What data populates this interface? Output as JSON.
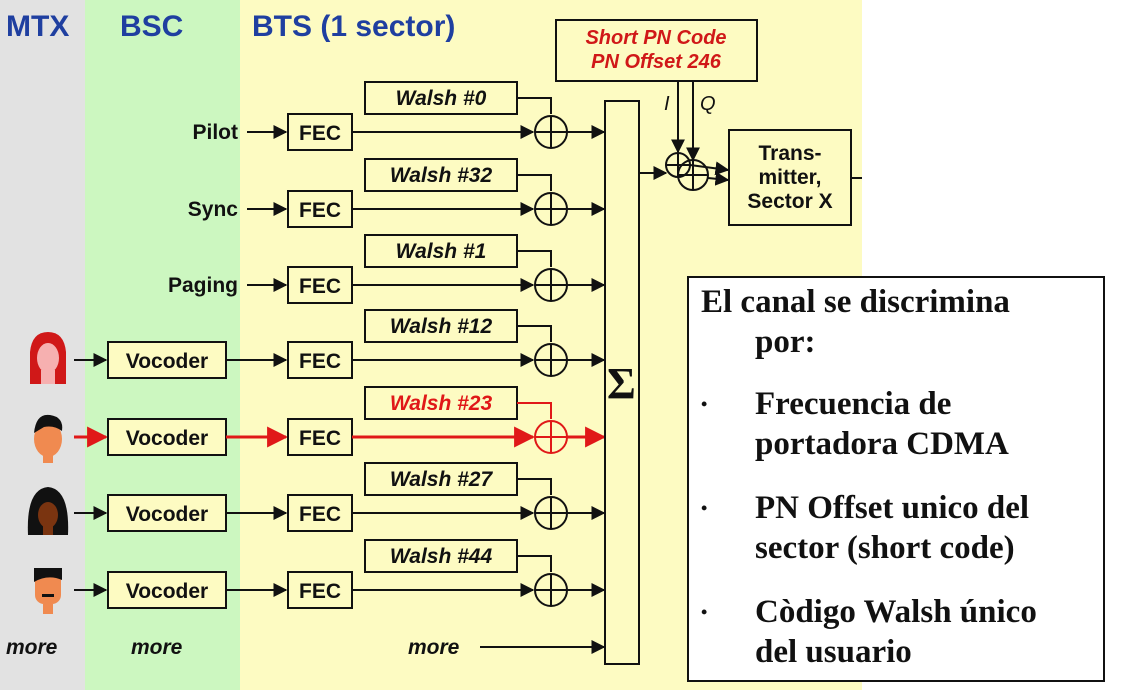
{
  "columns": {
    "mtx": "MTX",
    "bsc": "BSC",
    "bts": "BTS (1 sector)"
  },
  "more": {
    "mtx": "more",
    "bsc": "more",
    "bts": "more"
  },
  "fec_label": "FEC",
  "vocoder_label": "Vocoder",
  "control_channels": [
    {
      "label": "Pilot",
      "walsh": "Walsh #0"
    },
    {
      "label": "Sync",
      "walsh": "Walsh #32"
    },
    {
      "label": "Paging",
      "walsh": "Walsh #1"
    }
  ],
  "traffic_channels": [
    {
      "walsh": "Walsh #12",
      "highlighted": false,
      "person": "woman-1"
    },
    {
      "walsh": "Walsh #23",
      "highlighted": true,
      "person": "man-1"
    },
    {
      "walsh": "Walsh #27",
      "highlighted": false,
      "person": "woman-2"
    },
    {
      "walsh": "Walsh #44",
      "highlighted": false,
      "person": "man-2"
    }
  ],
  "pn_code": {
    "line1": "Short PN Code",
    "line2": "PN Offset 246"
  },
  "iq": {
    "i": "I",
    "q": "Q"
  },
  "sum_symbol": "Σ",
  "transmitter": {
    "line1": "Trans-",
    "line2": "mitter,",
    "line3": "Sector X"
  },
  "info_box": {
    "title_line1": "El canal se discrimina",
    "title_line2": "por:",
    "bullet": "•",
    "items": [
      {
        "line1": "Frecuencia de",
        "line2": "portadora CDMA"
      },
      {
        "line1": "PN Offset unico del",
        "line2": "sector (short code)"
      },
      {
        "line1": "Còdigo Walsh único",
        "line2": "del usuario"
      }
    ]
  },
  "colors": {
    "mtx_bg": "#e2e2e2",
    "bsc_bg": "#ccf7c0",
    "bts_bg": "#fdfbc2",
    "box_fill": "#fdfbc2",
    "header_blue": "#1f3fa0",
    "highlight_red": "#e01818",
    "line": "#111111"
  }
}
